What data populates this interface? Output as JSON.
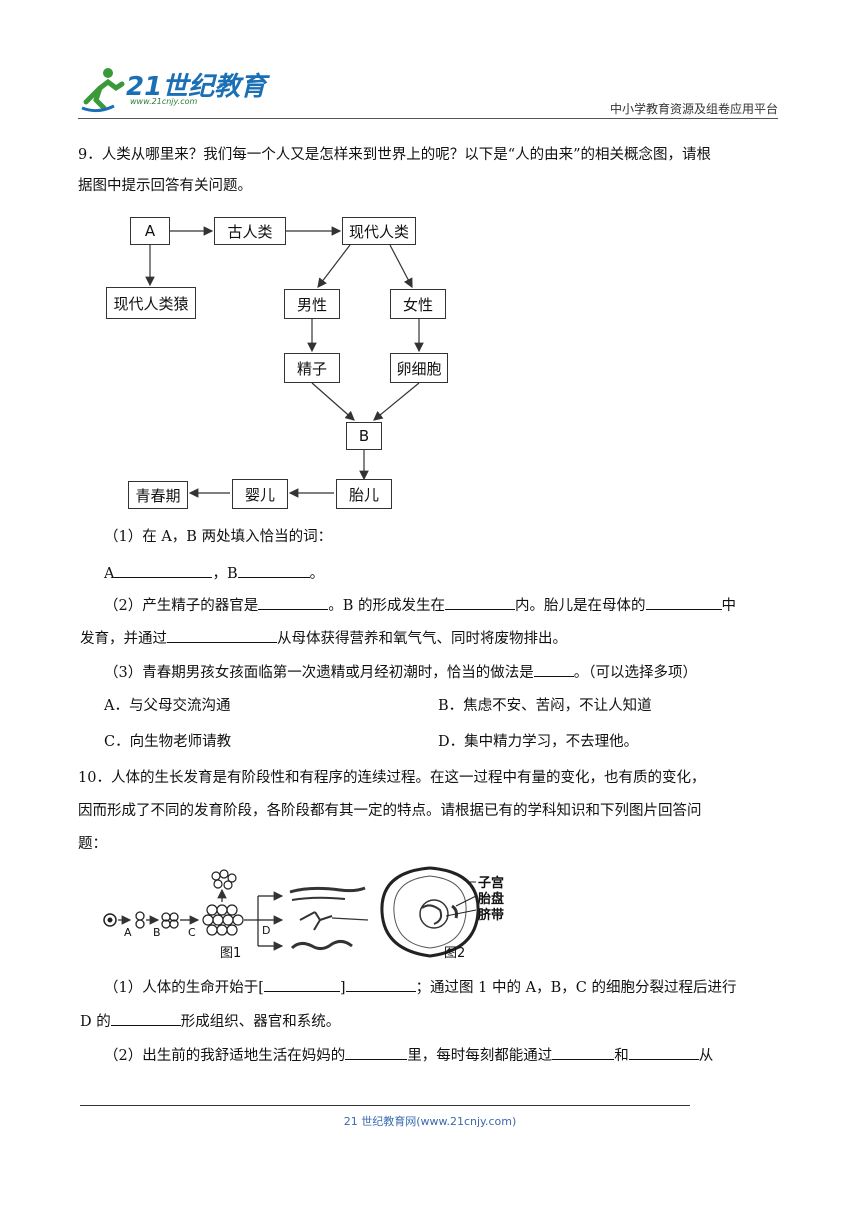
{
  "header": {
    "logo_text": "21世纪教育",
    "logo_url": "www.21cnjy.com",
    "platform": "中小学教育资源及组卷应用平台"
  },
  "q9": {
    "stem_line1": "9．人类从哪里来？我们每一个人又是怎样来到世界上的呢？以下是“人的由来”的相关概念图，请根",
    "stem_line2": "据图中提示回答有关问题。",
    "diagram": {
      "A": "A",
      "gurenlei": "古人类",
      "xiandairenlei": "现代人类",
      "xiandairenleiyuan": "现代人类猿",
      "nanxing": "男性",
      "nvxing": "女性",
      "jingzi": "精子",
      "luanxibao": "卵细胞",
      "B": "B",
      "taier": "胎儿",
      "yinger": "婴儿",
      "qingchunqi": "青春期"
    },
    "p1": "（1）在 A，B 两处填入恰当的词：",
    "p1_a": "A",
    "p1_comma_b": "，B",
    "p1_end": "。",
    "p2_a": "（2）产生精子的器官是",
    "p2_b": "。B 的形成发生在",
    "p2_c": "内。胎儿是在母体的",
    "p2_d": "中",
    "p2_e": "发育，并通过",
    "p2_f": "从母体获得营养和氧气气、同时将废物排出。",
    "p3": "（3）青春期男孩女孩面临第一次遗精或月经初潮时，恰当的做法是",
    "p3_end": "。（可以选择多项）",
    "optA": "A．与父母交流沟通",
    "optB": "B．焦虑不安、苦闷，不让人知道",
    "optC": "C．向生物老师请教",
    "optD": "D．集中精力学习，不去理他。"
  },
  "q10": {
    "stem_line1": "10．人体的生长发育是有阶段性和有程序的连续过程。在这一过程中有量的变化，也有质的变化，",
    "stem_line2": "因而形成了不同的发育阶段，各阶段都有其一定的特点。请根据已有的学科知识和下列图片回答问",
    "stem_line3": "题：",
    "fig": {
      "label_A": "A",
      "label_B": "B",
      "label_C": "C",
      "label_D": "D",
      "fig1": "图1",
      "fig2": "图2",
      "zigong": "子宫",
      "taipan": "胎盘",
      "qidai": "脐带"
    },
    "p1_a": "（1）人体的生命开始于[",
    "p1_b": "]",
    "p1_c": "；通过图 1 中的 A，B，C 的细胞分裂过程后进行",
    "p1_d": "D 的",
    "p1_e": "形成组织、器官和系统。",
    "p2_a": "（2）出生前的我舒适地生活在妈妈的",
    "p2_b": "里，每时每刻都能通过",
    "p2_c": "和",
    "p2_d": "从"
  },
  "footer": "21 世纪教育网(www.21cnjy.com)"
}
